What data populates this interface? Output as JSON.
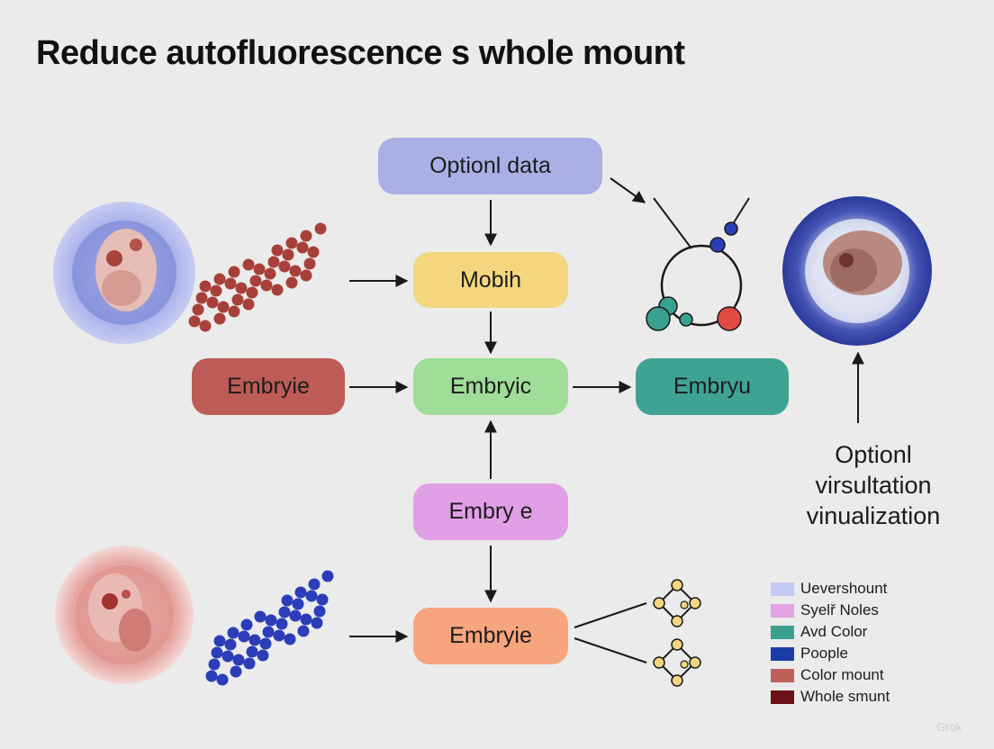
{
  "title": "Reduce autofluorescence s whole mount",
  "nodes": {
    "optional_data": {
      "label": "Optionl data",
      "color": "#aab0e6"
    },
    "mobih": {
      "label": "Mobih",
      "color": "#f4d67f"
    },
    "embryie_left": {
      "label": "Embryie",
      "color": "#bd5b57"
    },
    "embryic_center": {
      "label": "Embryic",
      "color": "#9edc97"
    },
    "embryu_right": {
      "label": "Embryu",
      "color": "#3fa394"
    },
    "embry_e": {
      "label": "Embry e",
      "color": "#e19fe5"
    },
    "embryie_bottom": {
      "label": "Embryie",
      "color": "#f7a57e"
    }
  },
  "side_note": {
    "line1": "Optionl",
    "line2": "virsultation",
    "line3": "vinualization"
  },
  "legend": [
    {
      "label": "Uevershount",
      "color": "#c4c9f3"
    },
    {
      "label": "Syelř Noles",
      "color": "#e3a3e3"
    },
    {
      "label": "Avd Color",
      "color": "#3aa090"
    },
    {
      "label": "Poople",
      "color": "#1c3aa8"
    },
    {
      "label": "Color mount",
      "color": "#c0605c"
    },
    {
      "label": "Whole smunt",
      "color": "#6a1216"
    }
  ],
  "watermark": "Grok",
  "colors": {
    "arrow": "#1a1a1a",
    "red_beads": "#a8403a",
    "blue_beads": "#2b3db8"
  },
  "icons": {
    "embryo_blue": "embryo-blue-dish-icon",
    "embryo_pink": "embryo-pink-dish-icon",
    "embryo_dark": "embryo-dark-blue-dish-icon",
    "network": "network-graph-icon",
    "diamond": "diamond-graph-icon"
  }
}
